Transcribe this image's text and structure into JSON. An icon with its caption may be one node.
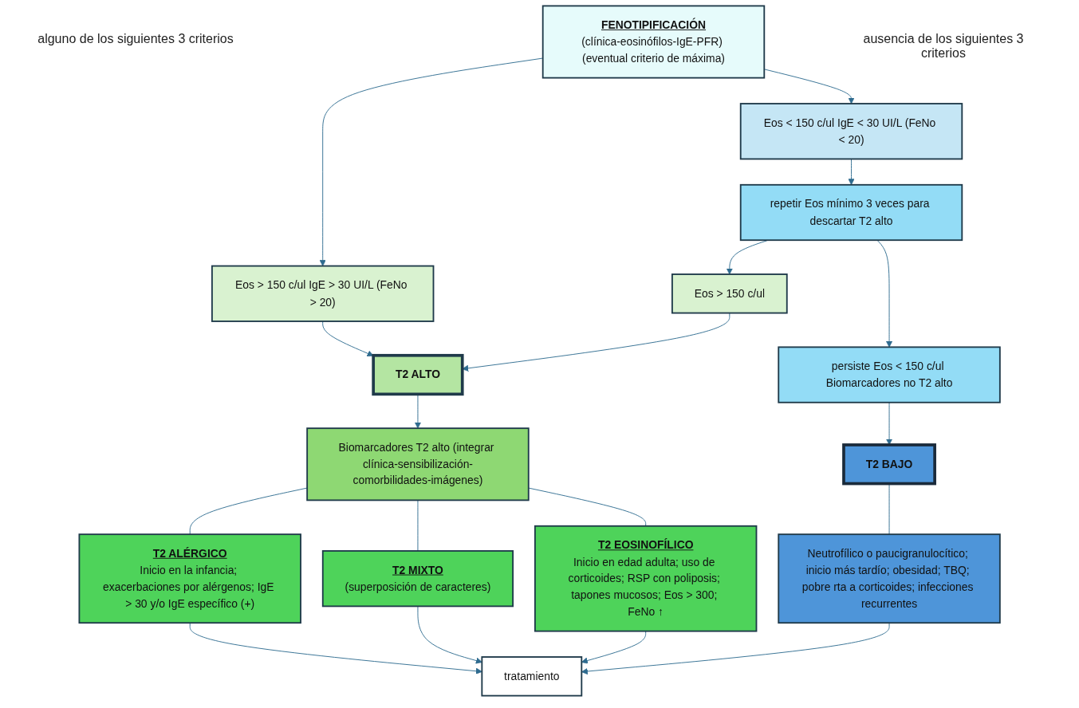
{
  "diagram": {
    "nodes": [
      {
        "text": [
          "FENOTIPIFICACIÓN",
          "(clínica-eosinófilos-IgE-PFR) (eventual criterio de máxima)"
        ]
      },
      {
        "text": [
          "Eos > 150 c/ul IgE > 30 UI/L (FeNo > 20)"
        ]
      },
      {
        "text": [
          "Eos < 150 c/ul IgE < 30 UI/L (FeNo < 20)"
        ]
      },
      {
        "text": [
          "T2 ALTO"
        ]
      },
      {
        "text": [
          "Eos > 150 c/ul"
        ]
      },
      {
        "text": [
          "repetir Eos mínimo 3 veces para descartar T2 alto"
        ]
      },
      {
        "text": [
          "Biomarcadores T2 alto (integrar clínica-sensibilización-comorbilidades-imágenes)"
        ]
      },
      {
        "text": [
          "persiste Eos < 150 c/ul Biomarcadores no T2 alto"
        ]
      },
      {
        "text": [
          "T2 BAJO"
        ]
      },
      {
        "text": [
          "T2 ALÉRGICO",
          "Inicio en la infancia; exacerbaciones por alérgenos; IgE > 30 y/o IgE específico (+)"
        ]
      },
      {
        "text": [
          "T2 MIXTO",
          "(superposición de caracteres)"
        ]
      },
      {
        "text": [
          "T2 EOSINOFÍLICO",
          "Inicio en edad adulta; uso de corticoides; RSP con poliposis; tapones mucosos; Eos > 300; FeNo ↑"
        ]
      },
      {
        "text": [
          "Neutrofílico o paucigranulocítico; inicio más tardío; obesidad; TBQ; pobre rta a corticoides; infecciones recurrentes"
        ]
      },
      {
        "text": [
          "tratamiento"
        ]
      }
    ],
    "edges": [
      {
        "from": 0,
        "to": 1,
        "arrow": "to"
      },
      {
        "from": 0,
        "to": 2,
        "arrow": "to"
      },
      {
        "from": 1,
        "to": 3,
        "arrow": "to"
      },
      {
        "from": 2,
        "to": 5,
        "arrow": "to"
      },
      {
        "from": 5,
        "to": 4,
        "arrow": "to"
      },
      {
        "from": 4,
        "to": 3,
        "arrow": "to"
      },
      {
        "from": 3,
        "to": 6,
        "arrow": "to"
      },
      {
        "from": 5,
        "to": 7,
        "arrow": "to"
      },
      {
        "from": 7,
        "to": 8,
        "arrow": "to"
      },
      {
        "from": 6,
        "to": 9,
        "arrow": "none"
      },
      {
        "from": 6,
        "to": 10,
        "arrow": "none"
      },
      {
        "from": 6,
        "to": 11,
        "arrow": "none"
      },
      {
        "from": 8,
        "to": 12,
        "arrow": "none"
      },
      {
        "from": 9,
        "to": 13,
        "arrow": "to"
      },
      {
        "from": 10,
        "to": 13,
        "arrow": "to"
      },
      {
        "from": 11,
        "to": 13,
        "arrow": "to"
      },
      {
        "from": 12,
        "to": 13,
        "arrow": "to"
      }
    ],
    "labels": [
      "alguno de los siguientes 3 criterios",
      "ausencia de los siguientes 3 criterios"
    ]
  }
}
